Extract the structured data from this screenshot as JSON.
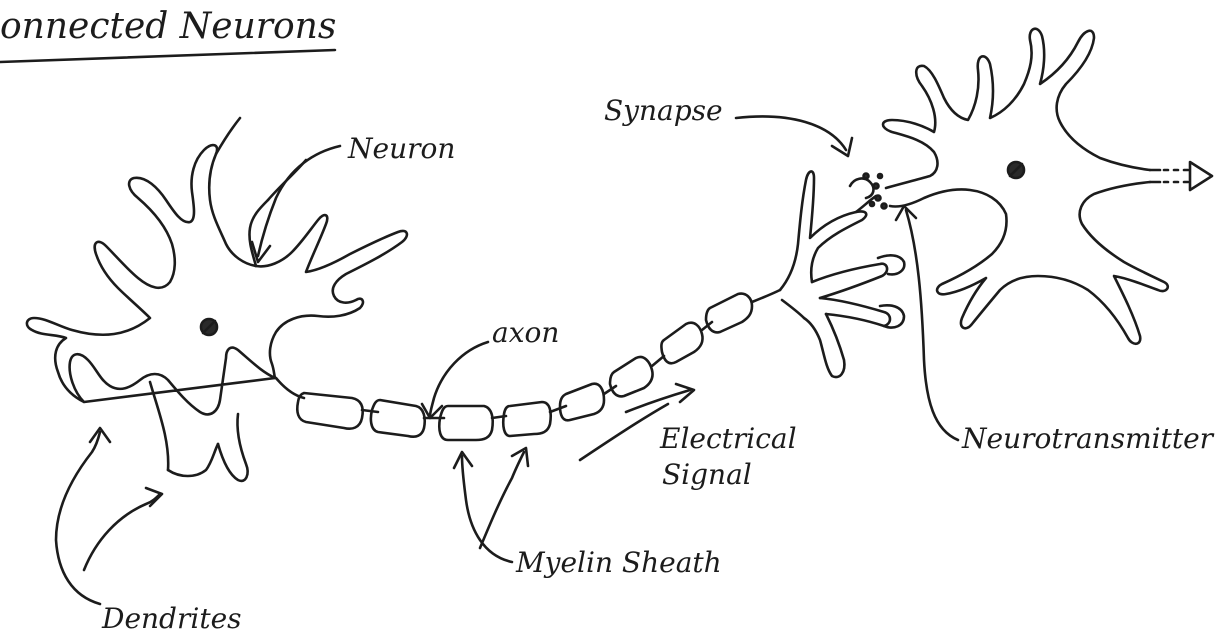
{
  "title": "onnected Neurons",
  "labels": {
    "neuron": "Neuron",
    "synapse": "Synapse",
    "axon": "axon",
    "electrical_signal_line1": "Electrical",
    "electrical_signal_line2": "Signal",
    "neurotransmitter": "Neurotransmitter",
    "myelin_sheath": "Myelin Sheath",
    "dendrites": "Dendrites"
  },
  "colors": {
    "ink": "#1c1c1c",
    "paper": "#ffffff"
  }
}
